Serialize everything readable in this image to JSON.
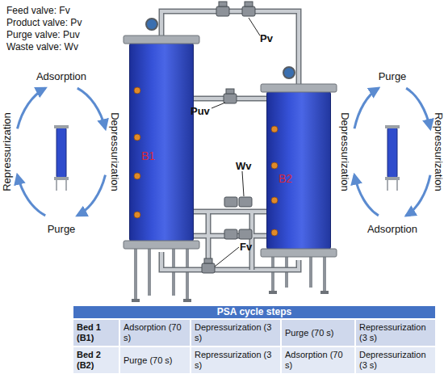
{
  "diagram": {
    "nodes": [
      {
        "text": [
          "B1"
        ]
      },
      {
        "text": [
          "B2"
        ]
      }
    ],
    "edges": [
      {
        "from": 0,
        "to": 1,
        "arrow": "none"
      },
      {
        "from": 0,
        "to": 1,
        "arrow": "none"
      }
    ],
    "labels": [
      "Feed valve: Fv",
      "Product valve: Pv",
      "Purge valve: Puv",
      "Waste valve: Wv",
      "Adsorption",
      "Depressurization",
      "Purge",
      "Repressurization",
      "Purge",
      "Repressurization",
      "Adsorption",
      "Depressurization",
      "Pv",
      "Puv",
      "Wv",
      "Fv",
      "PSA cycle steps",
      "Bed 1 (B1)",
      "Adsorption (70 s)",
      "Depressurization (3 s)",
      "Purge (70 s)",
      "Repressurization (3 s)",
      "Bed 2 (B2)",
      "Purge (70 s)",
      "Repressurization (3 s)",
      "Adsorption (70 s)",
      "Depressurization (3 s)"
    ]
  }
}
